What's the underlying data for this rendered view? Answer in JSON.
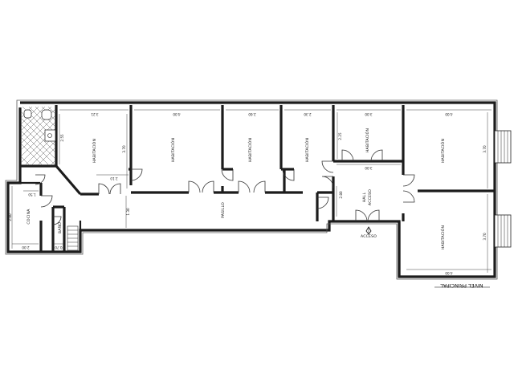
{
  "plan": {
    "level_label": "NIVEL PRINCIPAL",
    "rooms": {
      "hab1": "HABITACIÓN",
      "hab2": "HABITACIÓN",
      "hab3": "HABITACIÓN",
      "hab4": "HABITACIÓN",
      "hab5": "HABITACIÓN",
      "hab6": "HABITACIÓN",
      "hab7": "HABITACIÓN",
      "cocina": "COCINA",
      "bano": "BAÑO",
      "pasillo": "PASILLO",
      "hall": "HALL",
      "acceso_hall": "ACCESO",
      "acceso_entry": "ACCESO"
    },
    "dimensions": {
      "d_321": "3.21",
      "d_400_top1": "4.00",
      "d_260": "2.60",
      "d_230": "2.30",
      "d_300_top": "3.00",
      "d_400_top2": "4.00",
      "d_255": "2.55",
      "d_370_a": "3.70",
      "d_225": "2.25",
      "d_370_b": "3.70",
      "d_300_mid": "3.00",
      "d_210": "2.10",
      "d_150": "1.50",
      "d_130": "1.30",
      "d_280_left": "2.80",
      "d_280_hall": "2.80",
      "d_200": "2.00",
      "d_070": "0.70",
      "d_370_c": "3.70",
      "d_400_bot": "4.00"
    }
  }
}
